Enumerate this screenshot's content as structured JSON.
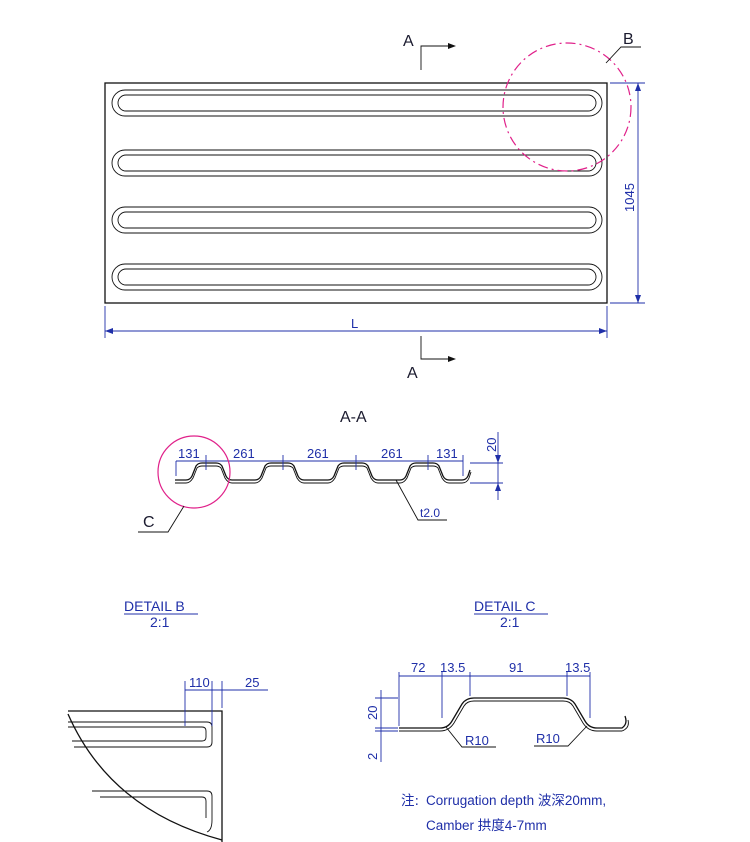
{
  "plan_view": {
    "section_marker_top": "A",
    "section_marker_bottom": "A",
    "detail_marker": "B",
    "height_dim": "1045",
    "length_dim": "L"
  },
  "section_aa": {
    "title": "A-A",
    "dims": [
      "131",
      "261",
      "261",
      "261",
      "131"
    ],
    "depth_dim": "20",
    "thickness": "t2.0",
    "detail_marker": "C"
  },
  "detail_b": {
    "title": "DETAIL B",
    "scale": "2:1",
    "dims": [
      "110",
      "25"
    ]
  },
  "detail_c": {
    "title": "DETAIL C",
    "scale": "2:1",
    "dims": [
      "72",
      "13.5",
      "91",
      "13.5"
    ],
    "depth_dim": "20",
    "base_dim": "2",
    "radius_1": "R10",
    "radius_2": "R10"
  },
  "note": {
    "prefix": "注:",
    "line1": "Corrugation depth 波深20mm,",
    "line2": "Camber 拱度4-7mm"
  },
  "colors": {
    "line": "#111111",
    "dimension": "#1f2fa8",
    "detail_circle": "#e0218a"
  }
}
